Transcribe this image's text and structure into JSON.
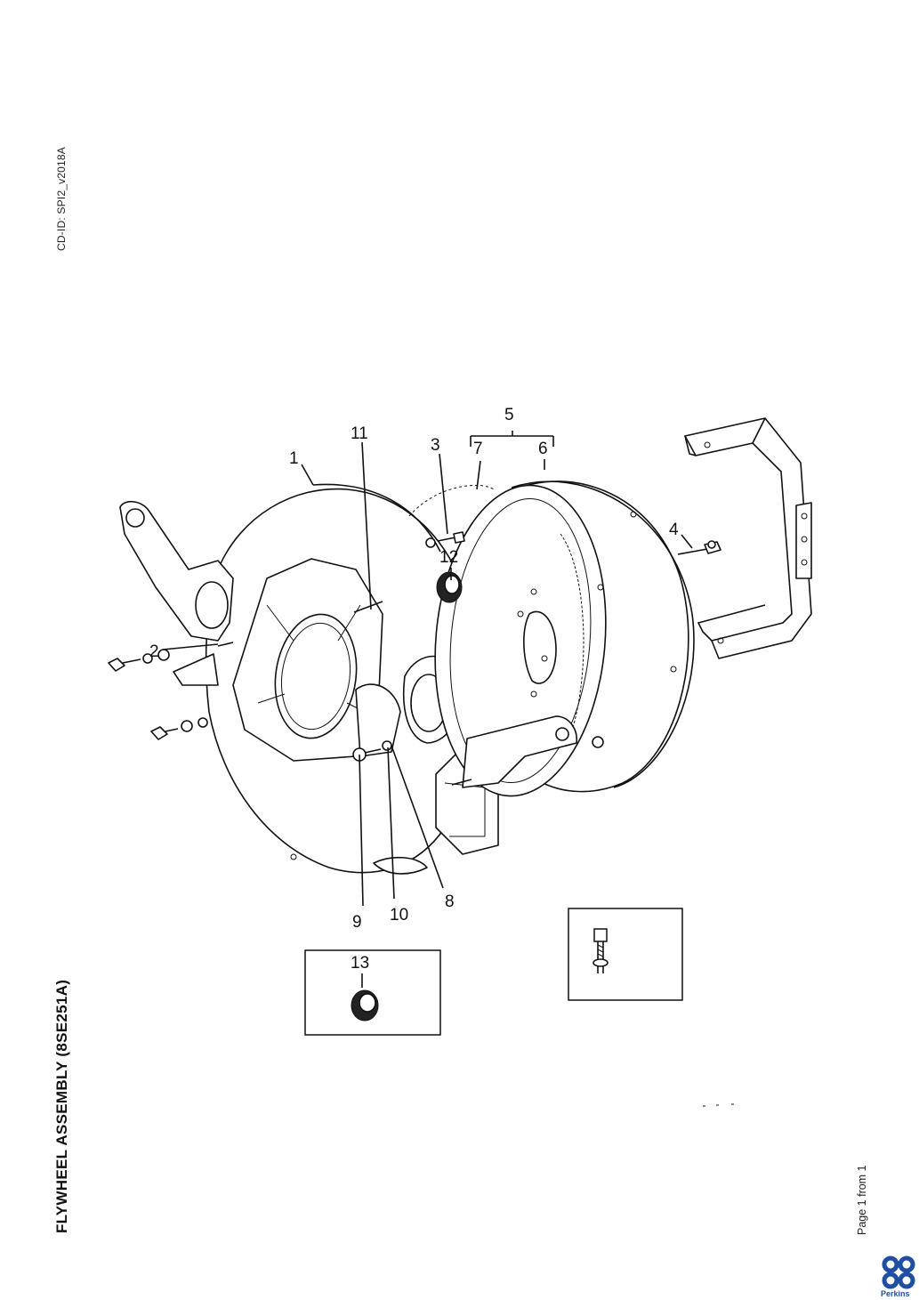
{
  "document": {
    "cd_id": "CD-ID: SPI2_v2018A",
    "title": "FLYWHEEL ASSEMBLY (8SE251A)",
    "page_info": "Page 1 from 1"
  },
  "callouts": [
    "1",
    "2",
    "3",
    "4",
    "5",
    "6",
    "7",
    "8",
    "9",
    "10",
    "11",
    "12",
    "13"
  ],
  "brand": {
    "logo_text": "Perkins",
    "logo_color": "#1f4fa3",
    "icon": "perkins-logo-icon"
  },
  "colors": {
    "line": "#111111",
    "background": "#ffffff"
  }
}
